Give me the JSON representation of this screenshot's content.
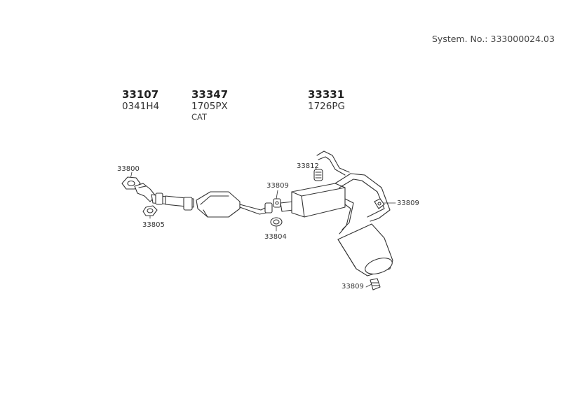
{
  "header": {
    "system_number": "System. No.: 333000024.03"
  },
  "parts": [
    {
      "number": "33107",
      "code": "0341H4",
      "note": ""
    },
    {
      "number": "33347",
      "code": "1705PX",
      "note": "CAT"
    },
    {
      "number": "33331",
      "code": "1726PG",
      "note": ""
    }
  ],
  "callouts": {
    "flange_gasket_front": "33800",
    "gasket_ring_front": "33805",
    "clamp_mid": "33809",
    "gasket_ring_mid": "33804",
    "rubber_mount_top": "33812",
    "hanger_right": "33809",
    "hanger_bottom": "33809"
  }
}
